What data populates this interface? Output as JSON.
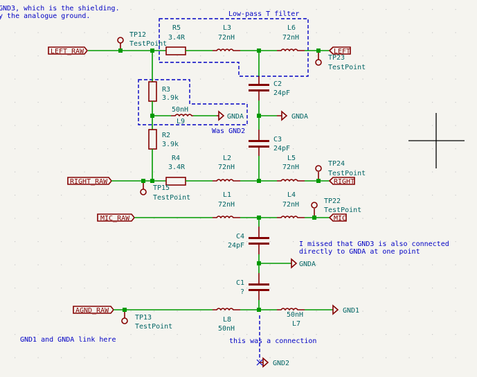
{
  "notes": {
    "top_line1": "GND3, which is the shielding.",
    "top_line2": "y the analogue ground.",
    "filter_title": "Low-pass T filter",
    "was_gnd2": "Was GND2",
    "missed_line1": "I missed that GND3 is also connected",
    "missed_line2": "directly to GNDA at one point",
    "link_here": "GND1 and GNDA link here",
    "was_connection": "this was a connection"
  },
  "global_labels": {
    "left_raw": "LEFT_RAW",
    "right_raw": "RIGHT_RAW",
    "mic_raw": "MIC_RAW",
    "agnd_raw": "AGND_RAW",
    "left": "LEFT",
    "right": "RIGHT",
    "mic": "MIC"
  },
  "components": {
    "r5": {
      "ref": "R5",
      "value": "3.4R"
    },
    "l3": {
      "ref": "L3",
      "value": "72nH"
    },
    "l6": {
      "ref": "L6",
      "value": "72nH"
    },
    "r3": {
      "ref": "R3",
      "value": "3.9k"
    },
    "l9": {
      "ref": "L9",
      "value": "50nH"
    },
    "r2": {
      "ref": "R2",
      "value": "3.9k"
    },
    "c2": {
      "ref": "C2",
      "value": "24pF"
    },
    "c3": {
      "ref": "C3",
      "value": "24pF"
    },
    "r4": {
      "ref": "R4",
      "value": "3.4R"
    },
    "l2": {
      "ref": "L2",
      "value": "72nH"
    },
    "l5": {
      "ref": "L5",
      "value": "72nH"
    },
    "l1": {
      "ref": "L1",
      "value": "72nH"
    },
    "l4": {
      "ref": "L4",
      "value": "72nH"
    },
    "c4": {
      "ref": "C4",
      "value": "24pF"
    },
    "c1": {
      "ref": "C1",
      "value": "?"
    },
    "l8": {
      "ref": "L8",
      "value": "50nH"
    },
    "l7": {
      "ref": "L7",
      "value": "50nH"
    }
  },
  "testpoints": {
    "tp12": {
      "ref": "TP12",
      "value": "TestPoint"
    },
    "tp23": {
      "ref": "TP23",
      "value": "TestPoint"
    },
    "tp15": {
      "ref": "TP15",
      "value": "TestPoint"
    },
    "tp24": {
      "ref": "TP24",
      "value": "TestPoint"
    },
    "tp22": {
      "ref": "TP22",
      "value": "TestPoint"
    },
    "tp13": {
      "ref": "TP13",
      "value": "TestPoint"
    }
  },
  "power": {
    "gnda1": "GNDA",
    "gnda2": "GNDA",
    "gnda3": "GNDA",
    "gnd1": "GND1",
    "gnd2": "GND2"
  }
}
